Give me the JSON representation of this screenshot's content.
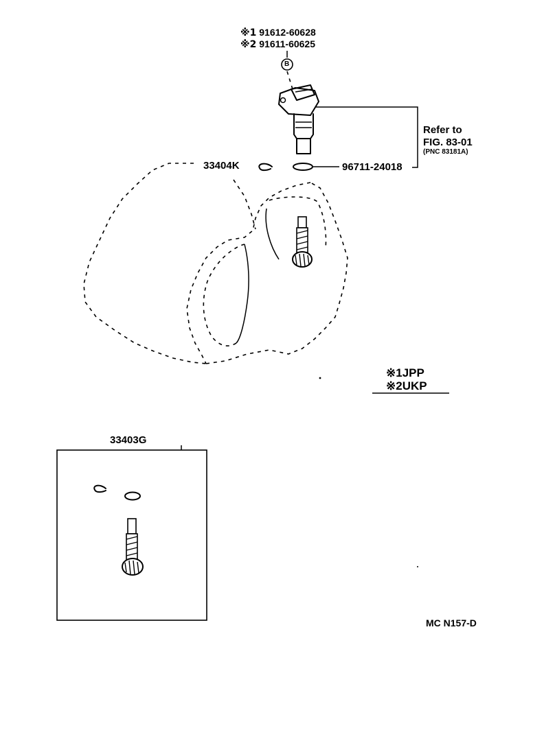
{
  "callouts": {
    "sensor_variant_1": {
      "mark": "※1",
      "part": "91612-60628"
    },
    "sensor_variant_2": {
      "mark": "※2",
      "part": "91611-60625"
    },
    "circled_ref": "B",
    "clip": "33404K",
    "o_ring": "96711-24018",
    "kit": "33403G"
  },
  "reference": {
    "line1": "Refer to",
    "line2": "FIG. 83-01",
    "line3": "(PNC 83181A)"
  },
  "legend": [
    {
      "mark": "※1",
      "text": "JPP"
    },
    {
      "mark": "※2",
      "text": "UKP"
    }
  ],
  "drawing_code": "MC N157-D"
}
